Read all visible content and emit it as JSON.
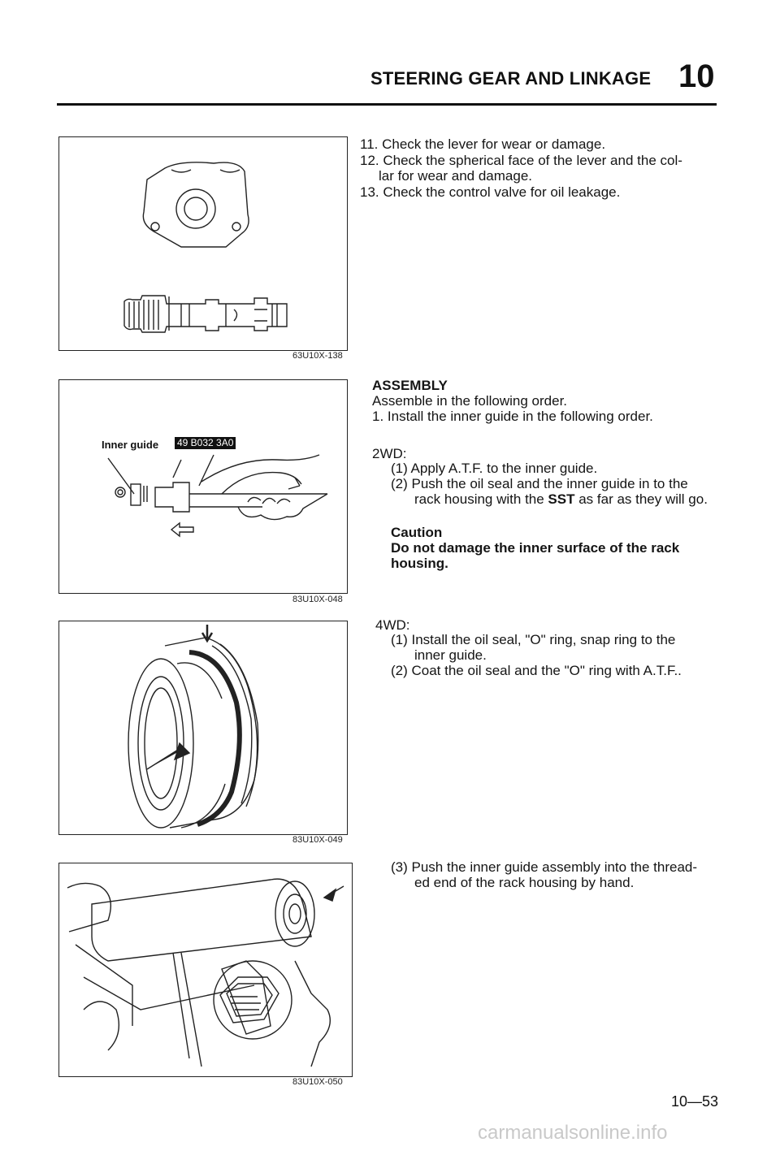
{
  "header": {
    "title": "STEERING GEAR AND LINKAGE",
    "section": "10"
  },
  "figures": [
    {
      "code": "63U10X-138"
    },
    {
      "code": "83U10X-048",
      "label": "Inner guide",
      "sst": "49 B032 3A0"
    },
    {
      "code": "83U10X-049"
    },
    {
      "code": "83U10X-050"
    }
  ],
  "checks": [
    "11. Check the lever for wear or damage.",
    "12. Check the spherical face of the lever and the col-",
    "lar for wear and damage.",
    "13. Check the control valve for oil leakage."
  ],
  "assembly": {
    "heading": "ASSEMBLY",
    "intro": "Assemble in the following order.",
    "step1": "1. Install the inner guide in the following order.",
    "twd": "2WD:",
    "twd_1": "(1) Apply A.T.F. to the inner guide.",
    "twd_2a": "(2) Push the oil seal and the inner guide in to the",
    "twd_2b": "rack housing with the ",
    "twd_2b_sst": "SST",
    "twd_2b_end": " as far as they will go.",
    "caution_title": "Caution",
    "caution_1": "Do not damage the inner surface of the rack",
    "caution_2": "housing.",
    "fwd": "4WD:",
    "fwd_1a": "(1) Install the oil seal, \"O\" ring, snap ring to the",
    "fwd_1b": "inner guide.",
    "fwd_2": "(2) Coat the oil seal and the \"O\" ring with A.T.F..",
    "step3a": "(3) Push the inner guide assembly into the thread-",
    "step3b": "ed end of the rack housing by hand."
  },
  "footer": {
    "page": "10—53",
    "watermark": "carmanualsonline.info"
  }
}
